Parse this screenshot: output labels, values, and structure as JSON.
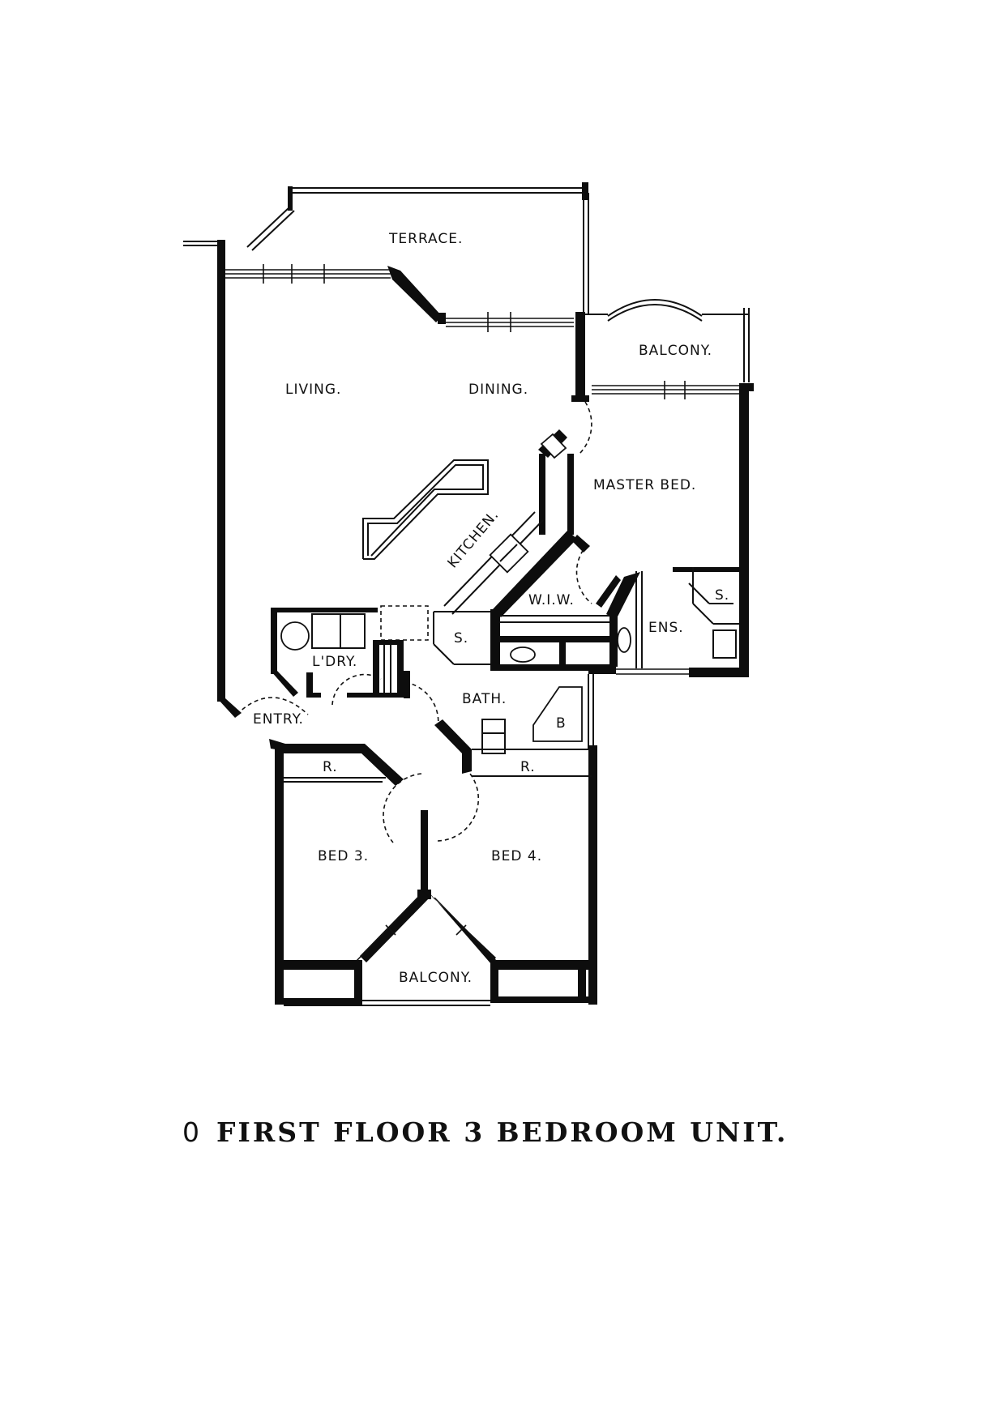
{
  "rooms": {
    "terrace": "TERRACE.",
    "balcony_top": "BALCONY.",
    "living": "LIVING.",
    "dining": "DINING.",
    "master_bed": "MASTER BED.",
    "kitchen": "KITCHEN.",
    "wiw": "W.I.W.",
    "ens": "ENS.",
    "ens_s": "S.",
    "store": "S.",
    "laundry": "L'DRY.",
    "bath": "BATH.",
    "bath_b": "B",
    "entry": "ENTRY.",
    "robe_left": "R.",
    "robe_right": "R.",
    "bed3": "BED 3.",
    "bed4": "BED 4.",
    "balcony_bottom": "BALCONY."
  },
  "caption": {
    "number": "0",
    "text": "FIRST FLOOR 3 BEDROOM UNIT."
  }
}
